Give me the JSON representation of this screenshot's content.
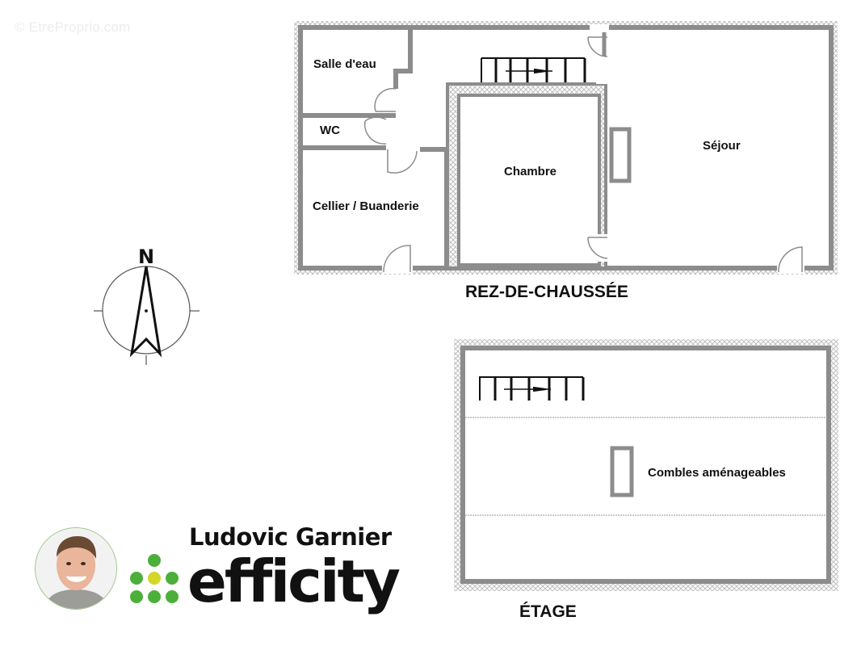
{
  "watermark": "© EtreProprio.com",
  "compass": {
    "label": "N"
  },
  "ground_floor": {
    "title": "REZ-DE-CHAUSSÉE",
    "rooms": [
      {
        "id": "salle-d-eau",
        "label": "Salle d'eau"
      },
      {
        "id": "wc",
        "label": "WC"
      },
      {
        "id": "cellier",
        "label": "Cellier / Buanderie"
      },
      {
        "id": "chambre",
        "label": "Chambre"
      },
      {
        "id": "sejour",
        "label": "Séjour"
      }
    ]
  },
  "upper_floor": {
    "title": "ÉTAGE",
    "rooms": [
      {
        "id": "combles",
        "label": "Combles aménageables"
      }
    ]
  },
  "agent": {
    "name": "Ludovic Garnier",
    "brand": "efficity",
    "brand_colors": {
      "green": "#4caf3a",
      "yellow": "#d4d629",
      "text": "#111111"
    }
  },
  "colors": {
    "wall": "#8c8c8c",
    "hatch": "#b5b5b5",
    "stairs": "#111111"
  }
}
